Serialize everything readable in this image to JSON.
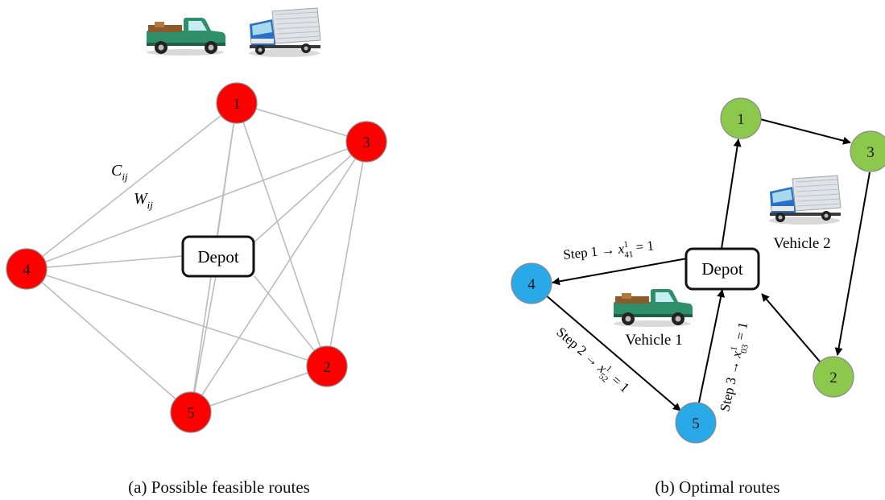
{
  "colors": {
    "left_node": "#ff0000",
    "vehicle1_route_node": "#29a9e8",
    "vehicle2_route_node": "#8cc84b",
    "edge": "#bcbcbc",
    "arrow": "#000000",
    "truck_green": "#2f8f6a",
    "truck_blue": "#2a6fc6"
  },
  "icons": {
    "pickup": "pickup-truck-icon",
    "box_truck": "box-truck-icon"
  },
  "left_panel": {
    "depot": "Depot",
    "nodes": [
      "1",
      "2",
      "3",
      "4",
      "5"
    ],
    "cost_label": {
      "base": "C",
      "sub": "ij"
    },
    "weight_label": {
      "base": "W",
      "sub": "ij"
    },
    "caption": "(a) Possible feasible routes"
  },
  "right_panel": {
    "depot": "Depot",
    "nodes": [
      "1",
      "2",
      "3",
      "4",
      "5"
    ],
    "vehicle1": "Vehicle 1",
    "vehicle2": "Vehicle 2",
    "steps": [
      {
        "prefix": "Step 1 → ",
        "var": "x",
        "sup": "1",
        "sub": "41",
        "suffix": " = 1"
      },
      {
        "prefix": "Step 2 → ",
        "var": "x",
        "sup": "1",
        "sub": "52",
        "suffix": " = 1"
      },
      {
        "prefix": "Step 3 → ",
        "var": "x",
        "sup": "1",
        "sub": "03",
        "suffix": " = 1"
      }
    ],
    "caption": "(b) Optimal routes"
  }
}
